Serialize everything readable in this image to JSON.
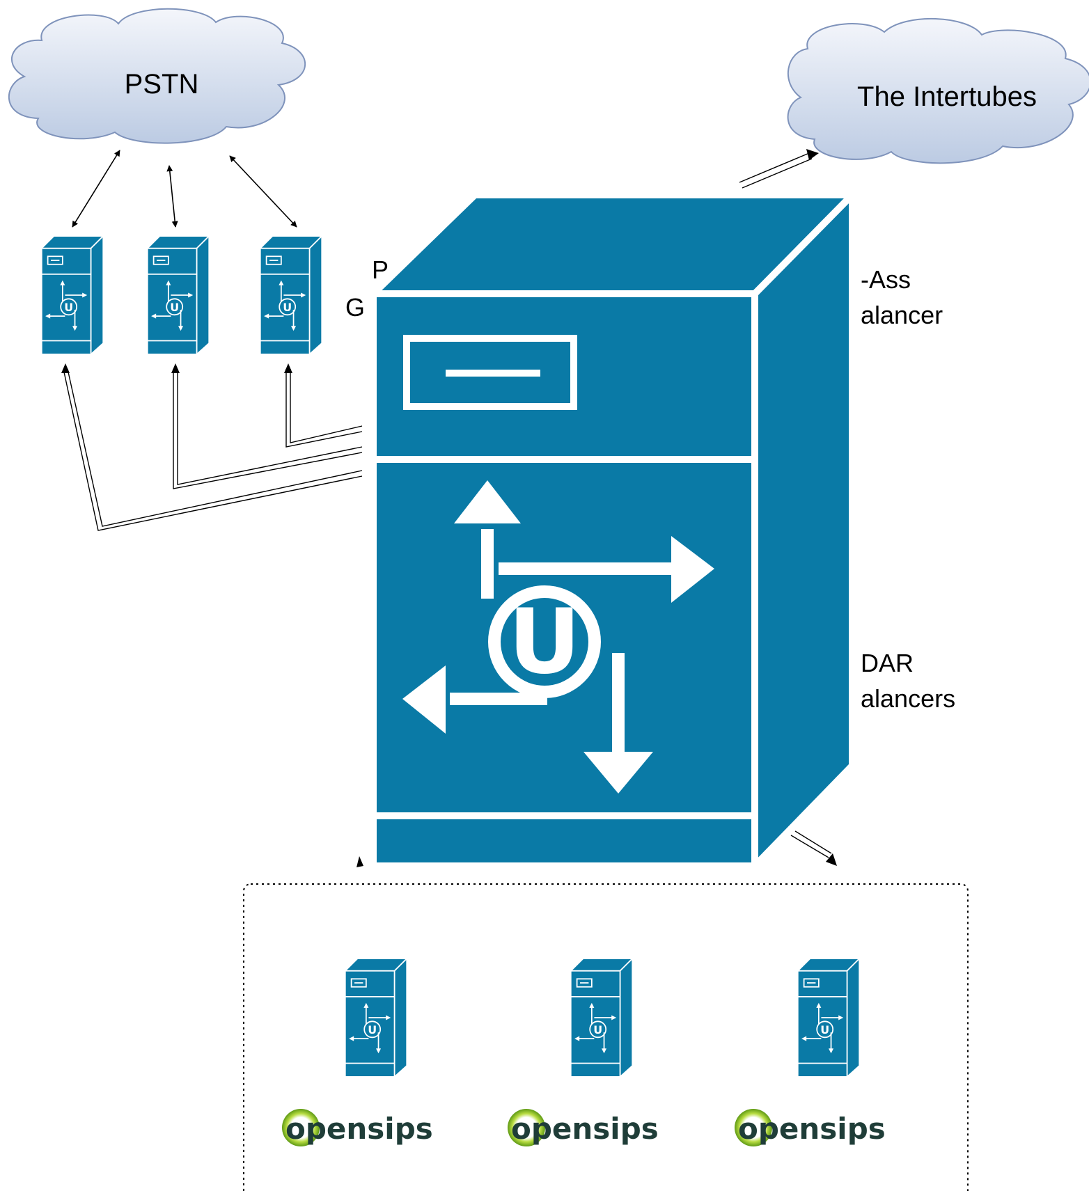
{
  "clouds": {
    "pstn": {
      "label": "PSTN"
    },
    "internet": {
      "label": "The Intertubes"
    }
  },
  "labels": {
    "gateways_l1": "P",
    "gateways_l2": "G",
    "lb_top_l1": "-Ass",
    "lb_top_l2": "alancer",
    "lb_mid_l1": "DAR",
    "lb_mid_l2": "alancers"
  },
  "cluster": {
    "nodes": [
      {
        "brand": "opensips"
      },
      {
        "brand": "opensips"
      },
      {
        "brand": "opensips"
      }
    ]
  },
  "colors": {
    "server_front": "#0a7aa6",
    "server_side": "#0a7aa6",
    "server_outline": "#ffffff",
    "cloud_top": "#f4f6fb",
    "cloud_bottom": "#bccbe3",
    "cloud_stroke": "#7f93bb",
    "opensips_text": "#1f3d38",
    "opensips_ring": "#8fc21f"
  },
  "icons": {
    "server": "server-tower-icon",
    "router_mark": "u-router-arrows-icon",
    "logo": "opensips-logo"
  }
}
